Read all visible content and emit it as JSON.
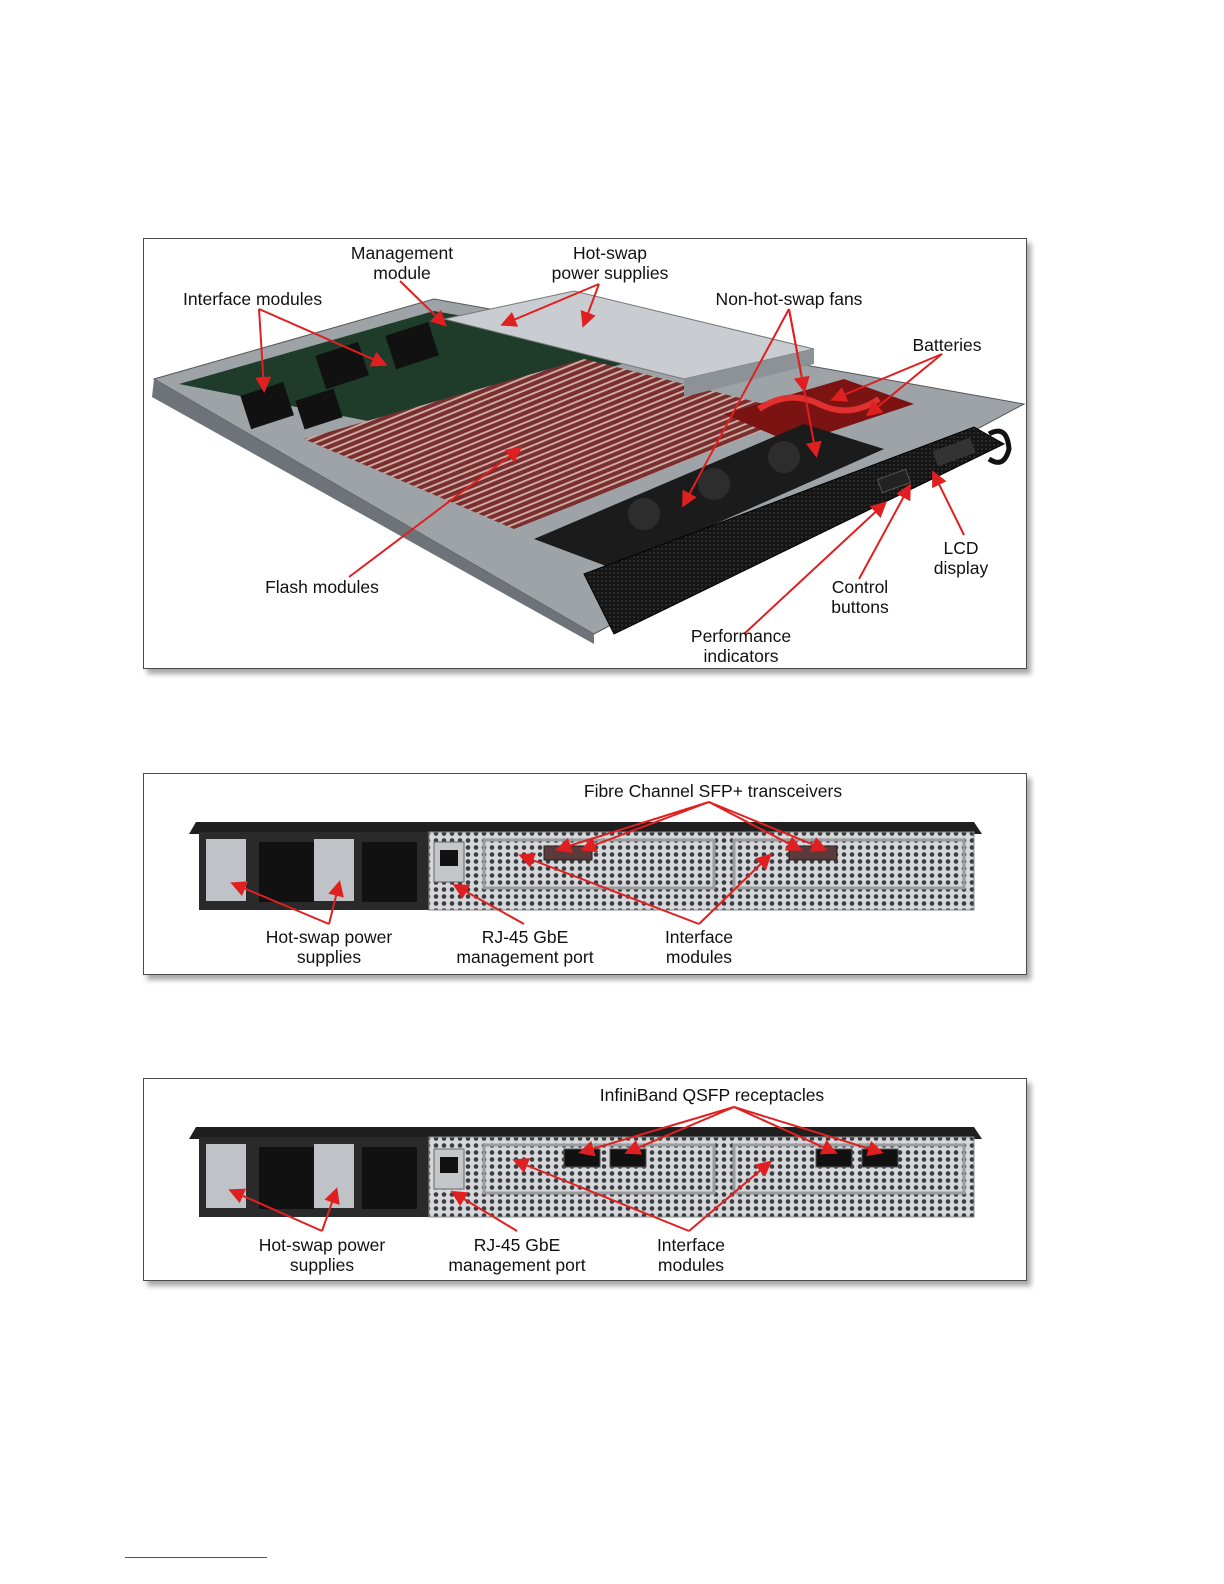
{
  "figures": {
    "front": {
      "labels": {
        "management_module": "Management\nmodule",
        "hot_swap_power_supplies": "Hot-swap\npower supplies",
        "interface_modules": "Interface modules",
        "non_hot_swap_fans": "Non-hot-swap fans",
        "batteries": "Batteries",
        "lcd_display": "LCD display",
        "control_buttons": "Control\nbuttons",
        "performance_indicators": "Performance\nindicators",
        "flash_modules": "Flash modules"
      }
    },
    "rear_fc": {
      "labels": {
        "transceivers": "Fibre Channel SFP+ transceivers",
        "power_supplies": "Hot-swap power\nsupplies",
        "mgmt_port": "RJ-45 GbE\nmanagement port",
        "interface_modules": "Interface\nmodules"
      }
    },
    "rear_ib": {
      "labels": {
        "receptacles": "InfiniBand QSFP receptacles",
        "power_supplies": "Hot-swap power\nsupplies",
        "mgmt_port": "RJ-45 GbE\nmanagement port",
        "interface_modules": "Interface\nmodules"
      }
    }
  },
  "colors": {
    "callout": "#e02020",
    "chassis": "#2a2a2a",
    "frame": "#4a4a4a"
  }
}
